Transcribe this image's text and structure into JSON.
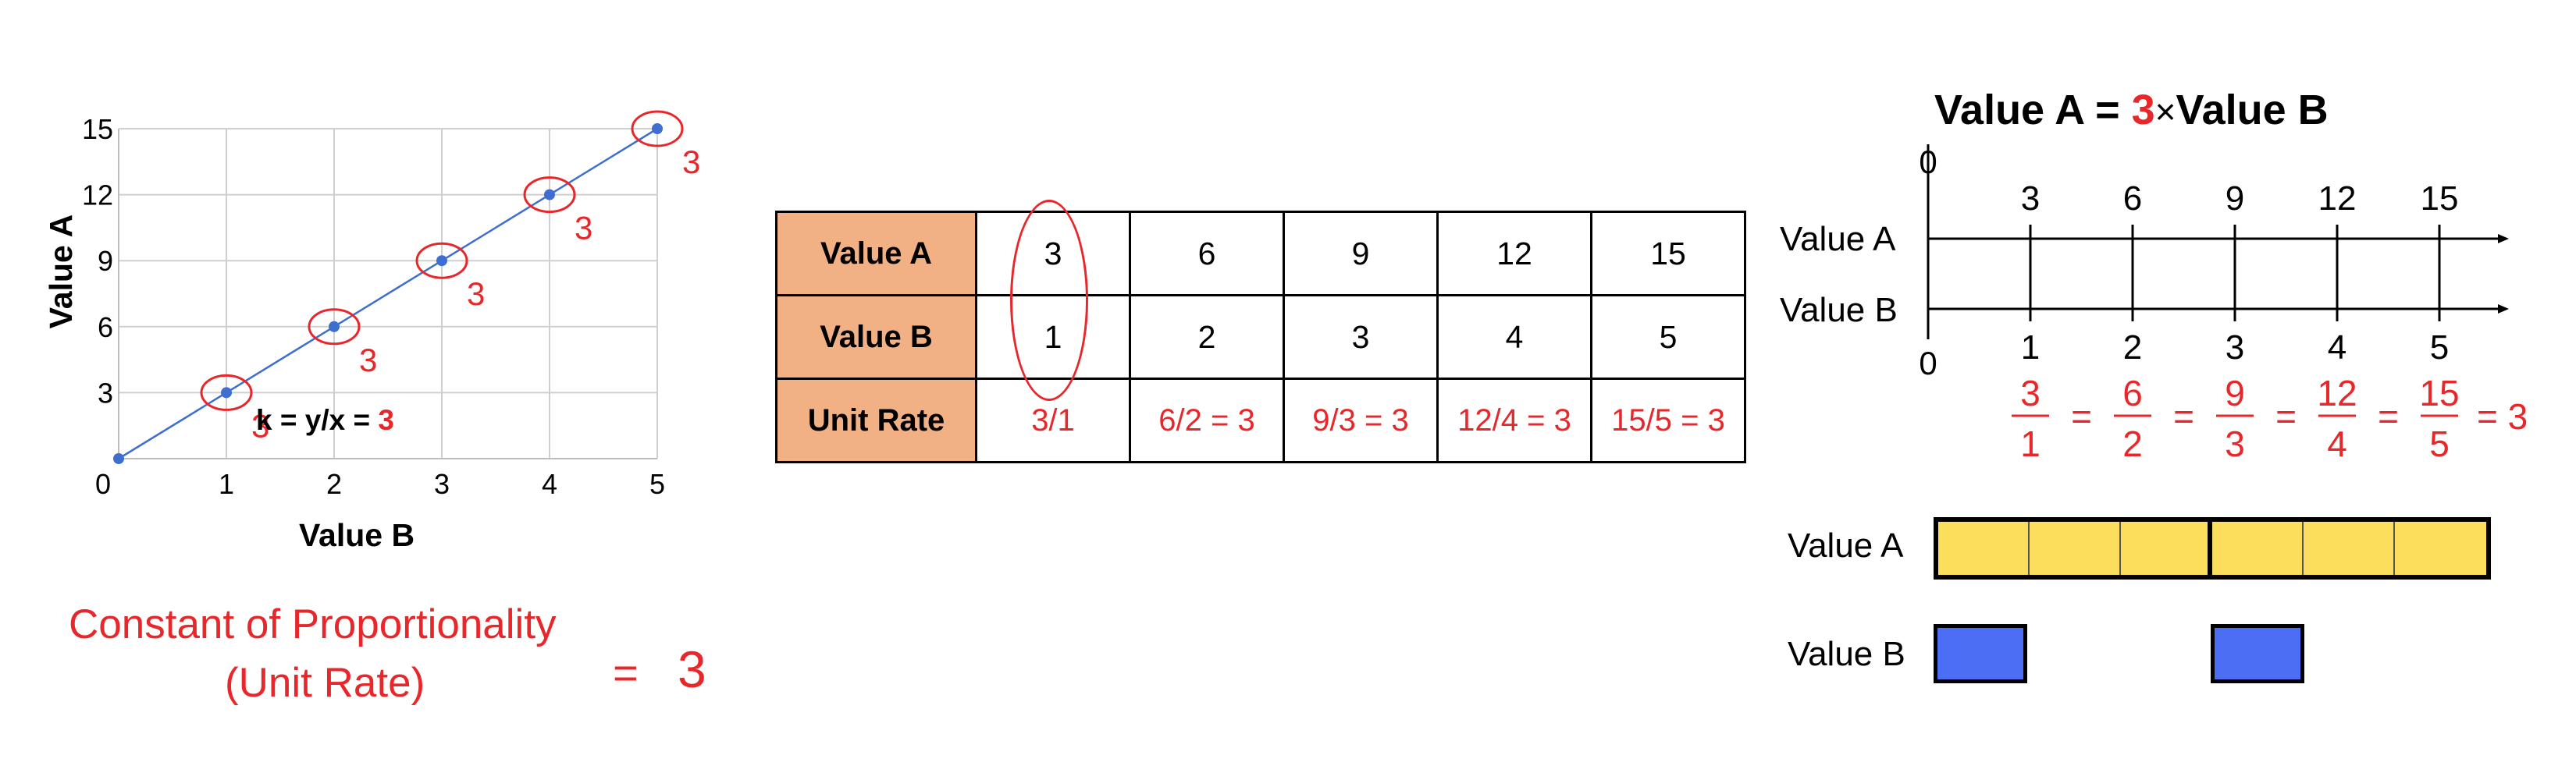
{
  "graph": {
    "y_label": "Value A",
    "x_label": "Value B",
    "x_ticks": [
      "0",
      "1",
      "2",
      "3",
      "4",
      "5"
    ],
    "y_ticks": [
      "3",
      "6",
      "9",
      "12",
      "15"
    ],
    "circle_label": "3",
    "k_formula": "k = y/x = ",
    "k_value": "3"
  },
  "constant": {
    "line1": "Constant of Proportionality",
    "line2": "(Unit Rate)",
    "equals": "=",
    "value": "3"
  },
  "table": {
    "headers": [
      "Value A",
      "Value B",
      "Unit Rate"
    ],
    "value_a": [
      "3",
      "6",
      "9",
      "12",
      "15"
    ],
    "value_b": [
      "1",
      "2",
      "3",
      "4",
      "5"
    ],
    "unit_rate": [
      "3/1",
      "6/2 = 3",
      "9/3 = 3",
      "12/4 = 3",
      "15/5 = 3"
    ]
  },
  "equation": {
    "left": "Value A = ",
    "factor": "3",
    "times": "×",
    "right": "Value B"
  },
  "number_line": {
    "label_a": "Value A",
    "label_b": "Value B",
    "zero": "0",
    "a_ticks": [
      "3",
      "6",
      "9",
      "12",
      "15"
    ],
    "b_ticks": [
      "1",
      "2",
      "3",
      "4",
      "5"
    ],
    "fractions": [
      {
        "num": "3",
        "den": "1"
      },
      {
        "num": "6",
        "den": "2"
      },
      {
        "num": "9",
        "den": "3"
      },
      {
        "num": "12",
        "den": "4"
      },
      {
        "num": "15",
        "den": "5"
      }
    ],
    "eq_sign": "=",
    "result": "= 3"
  },
  "tape": {
    "label_a": "Value A",
    "label_b": "Value B",
    "a_units": 6,
    "b_units": 1,
    "groups": 2
  },
  "colors": {
    "accent_red": "#e8272b",
    "header_fill": "#f2b184",
    "tape_yellow": "#fddd5c",
    "tape_blue": "#4b6ef5",
    "line_blue": "#3e6fd0"
  },
  "chart_data": {
    "type": "line",
    "x": [
      0,
      1,
      2,
      3,
      4,
      5
    ],
    "y": [
      0,
      3,
      6,
      9,
      12,
      15
    ],
    "xlabel": "Value B",
    "ylabel": "Value A",
    "xlim": [
      0,
      5
    ],
    "ylim": [
      0,
      15
    ],
    "grid": true
  }
}
